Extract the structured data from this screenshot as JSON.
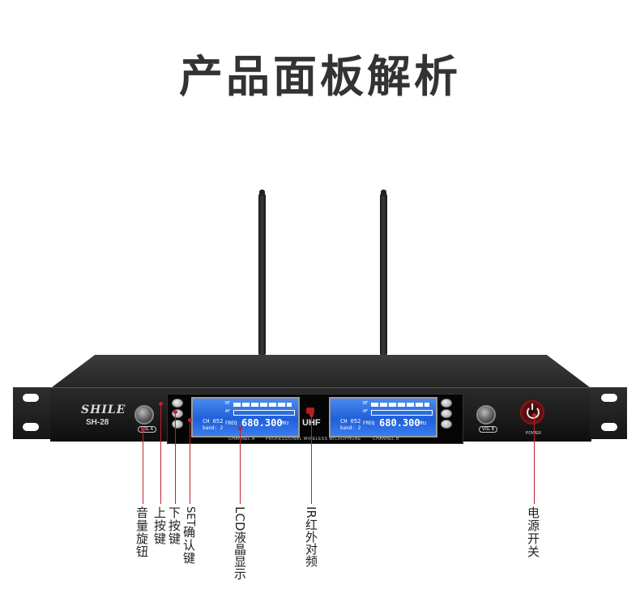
{
  "title": "产品面板解析",
  "device": {
    "brand": "SHILE",
    "model": "SH-28",
    "knob_left_label": "VOL A",
    "knob_right_label": "VOL B",
    "center_label": "PROFESSIONAL WIRELESS MICROPHONE",
    "uhf_label": "UHF",
    "channel_a": {
      "label": "CHANNEL A",
      "ch_text": "CH 052",
      "band_text": "band: 2",
      "freq_label": "FREQ",
      "freq_value": "680.300",
      "unit": "MHz",
      "rf_label": "RF",
      "af_label": "AF"
    },
    "channel_b": {
      "label": "CHANNEL B",
      "ch_text": "CH 052",
      "band_text": "band: 2",
      "freq_label": "FREQ",
      "freq_value": "680.300",
      "unit": "MHz",
      "rf_label": "RF",
      "af_label": "AF"
    },
    "power_label": "POWER"
  },
  "callouts": {
    "volume_knob": "音量旋钮",
    "up_key": "上按键",
    "down_key": "下按键",
    "set_key_a": "SET",
    "set_key_b": "确认键",
    "lcd": "LCD液晶显示",
    "ir": "IR红外对频",
    "power": "电源开关"
  },
  "colors": {
    "title": "#333333",
    "callout_line": "#c0222a",
    "lcd_blue": "#1f5fd8",
    "chassis": "#1a1a1a"
  }
}
